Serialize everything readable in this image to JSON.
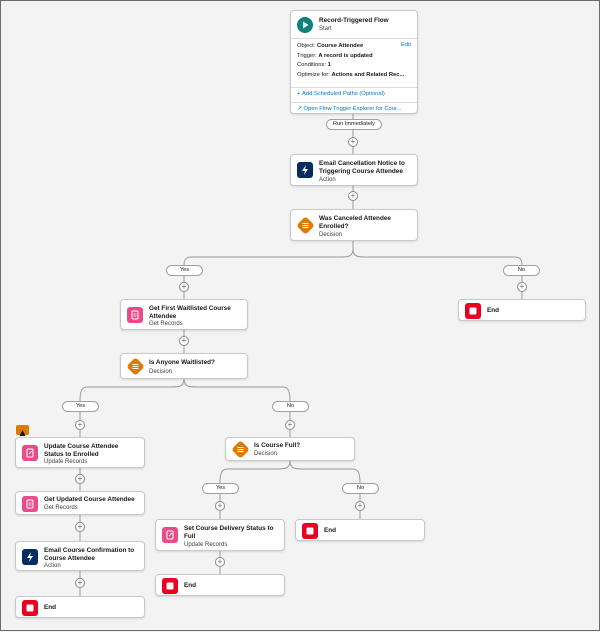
{
  "start": {
    "title": "Record-Triggered Flow",
    "subtitle": "Start",
    "object_label": "Object:",
    "object_value": "Course Attendee",
    "edit_label": "Edit",
    "trigger_label": "Trigger:",
    "trigger_value": "A record is updated",
    "conditions_label": "Conditions:",
    "conditions_value": "1",
    "optimize_label": "Optimize for:",
    "optimize_value": "Actions and Related Rec...",
    "add_paths": "Add Scheduled Paths (Optional)",
    "explorer": "Open Flow Trigger Explorer for Cour..."
  },
  "run_immediately": "Run Immediately",
  "nodes": {
    "email_cancel": {
      "title": "Email Cancellation Notice to Triggering Course Attendee",
      "sub": "Action"
    },
    "was_canceled": {
      "title": "Was Canceled Attendee Enrolled?",
      "sub": "Decision"
    },
    "get_first": {
      "title": "Get First Waitlisted Course Attendee",
      "sub": "Get Records"
    },
    "anyone_waitlisted": {
      "title": "Is Anyone Waitlisted?",
      "sub": "Decision"
    },
    "update_status": {
      "title": "Update Course Attendee Status to Enrolled",
      "sub": "Update Records"
    },
    "get_updated": {
      "title": "Get Updated Course Attendee",
      "sub": "Get Records"
    },
    "email_confirm": {
      "title": "Email Course Confirmation to Course Attendee",
      "sub": "Action"
    },
    "course_full": {
      "title": "Is Course Full?",
      "sub": "Decision"
    },
    "set_delivery": {
      "title": "Set Course Delivery Status to Full",
      "sub": "Update Records"
    }
  },
  "end_label": "End",
  "branches": {
    "yes": "Yes",
    "no": "No"
  },
  "colors": {
    "action": "#032d60",
    "decision": "#dd7a01",
    "records": "#ea4c89",
    "end": "#ea001e",
    "start": "#0b827c",
    "link": "#0176d3"
  }
}
